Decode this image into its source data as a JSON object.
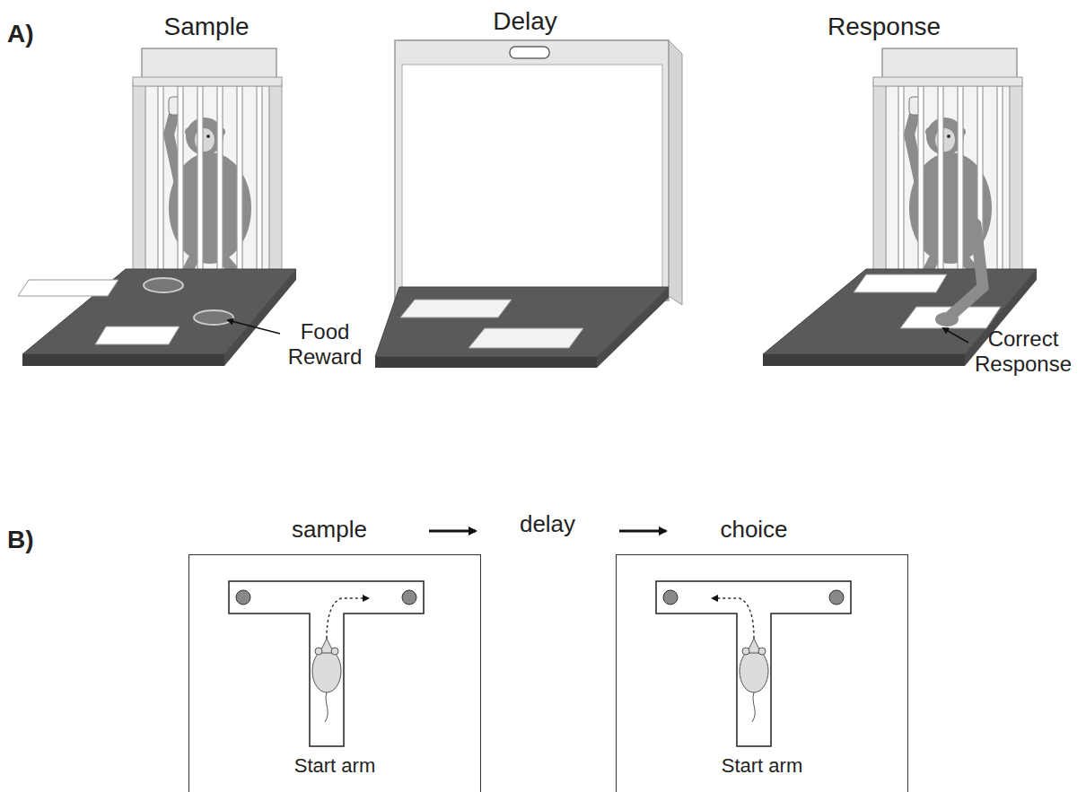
{
  "diagram": {
    "nodes": [
      {
        "text": [
          "Start arm"
        ]
      },
      {
        "text": [
          "Start arm"
        ]
      }
    ],
    "labels": [
      "A)",
      "Sample",
      "Delay",
      "Response",
      "Food Reward",
      "Correct Response",
      "B)",
      "sample",
      "delay",
      "choice"
    ]
  }
}
